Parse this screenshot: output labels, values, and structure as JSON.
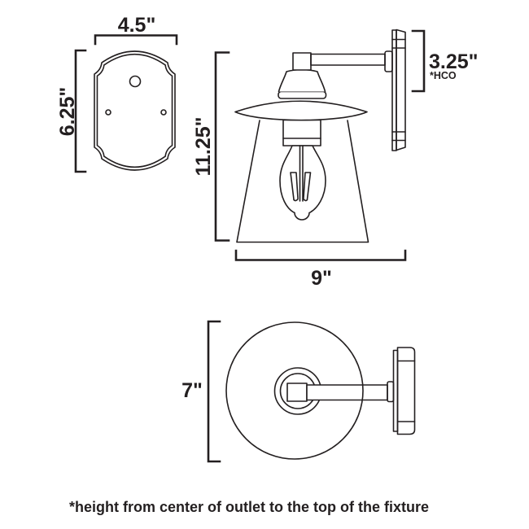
{
  "views": {
    "backplate": {
      "width": "4.5\"",
      "height": "6.25\""
    },
    "side": {
      "height": "11.25\"",
      "width": "9\"",
      "hco": "3.25\"",
      "hco_note": "*HCO"
    },
    "top": {
      "diameter": "7\""
    }
  },
  "footnote": "*height from center of outlet to the top of the fixture",
  "colors": {
    "line": "#231f20",
    "background": "#ffffff"
  }
}
